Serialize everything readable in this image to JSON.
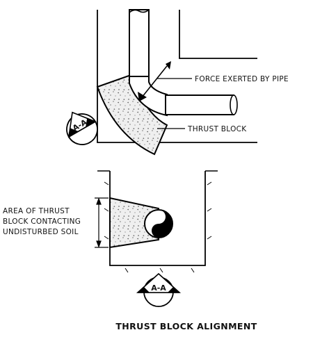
{
  "labels": {
    "force": "FORCE EXERTED BY PIPE",
    "thrust_block": "THRUST BLOCK",
    "area_line1": "AREA OF THRUST",
    "area_line2": "BLOCK CONTACTING",
    "area_line3": "UNDISTURBED SOIL"
  },
  "section_markers": {
    "top": "A-A",
    "bottom": "A-A"
  },
  "title": "THRUST BLOCK ALIGNMENT"
}
